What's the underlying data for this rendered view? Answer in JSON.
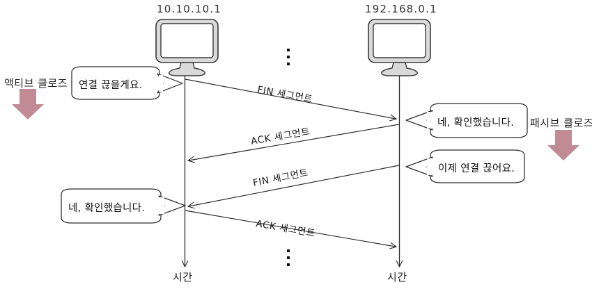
{
  "diagram": {
    "title": "TCP 4-way handshake connection termination sequence diagram",
    "background_color": "#ffffff",
    "line_color": "#2b2b2b",
    "accent_color": "#c08b94",
    "monitor_fill": "#d9d9d9",
    "screen_fill": "#ffffff"
  },
  "hosts": [
    {
      "id": "client",
      "ip": "10.10.10.1",
      "timeline_label": "시간"
    },
    {
      "id": "server",
      "ip": "192.168.0.1",
      "timeline_label": "시간"
    }
  ],
  "role_labels": [
    {
      "id": "active-close",
      "text": "액티브 클로즈",
      "side": "left"
    },
    {
      "id": "passive-close",
      "text": "패시브 클로즈",
      "side": "right"
    }
  ],
  "bubbles": [
    {
      "id": "bubble-1",
      "text": "연결 끊을게요.",
      "side": "left"
    },
    {
      "id": "bubble-2",
      "text": "네, 확인했습니다.",
      "side": "right"
    },
    {
      "id": "bubble-3",
      "text": "이제 연결 끊어요.",
      "side": "right"
    },
    {
      "id": "bubble-4",
      "text": "네, 확인했습니다.",
      "side": "left"
    }
  ],
  "messages": [
    {
      "id": "msg-1",
      "label": "FIN 세그먼트",
      "direction": "client-to-server"
    },
    {
      "id": "msg-2",
      "label": "ACK 세그먼트",
      "direction": "server-to-client"
    },
    {
      "id": "msg-3",
      "label": "FIN 세그먼트",
      "direction": "server-to-client"
    },
    {
      "id": "msg-4",
      "label": "ACK 세그먼트",
      "direction": "client-to-server"
    }
  ],
  "ellipses": [
    {
      "id": "ellipsis-top",
      "glyph": "⋮"
    },
    {
      "id": "ellipsis-bottom",
      "glyph": "⋮"
    }
  ]
}
